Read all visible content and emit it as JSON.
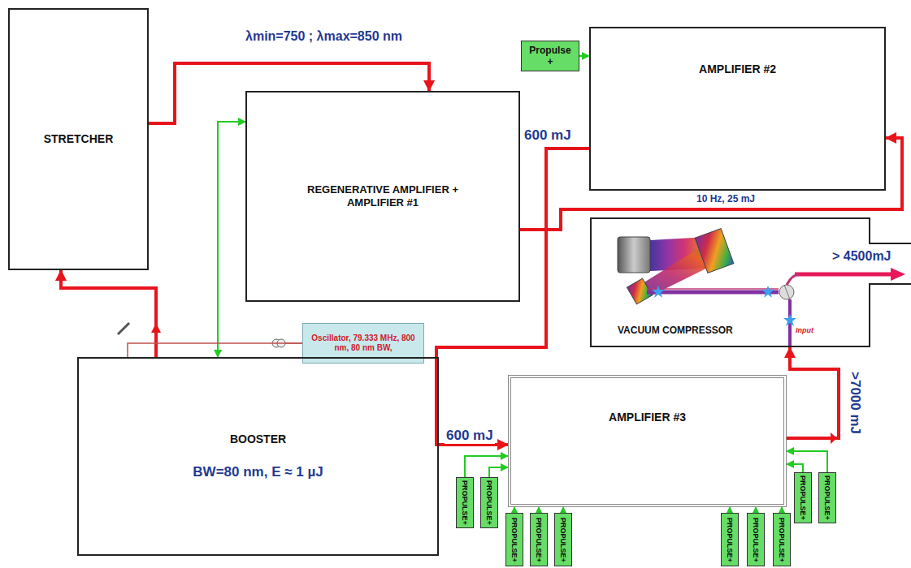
{
  "diagram": {
    "nodes": [
      {
        "text": [
          "STRETCHER"
        ]
      },
      {
        "text": [
          "REGENERATIVE AMPLIFIER + AMPLIFIER #1"
        ]
      },
      {
        "text": [
          "Propulse +"
        ]
      },
      {
        "text": [
          "AMPLIFIER #2"
        ]
      },
      {
        "text": [
          "VACUUM COMPRESSOR"
        ]
      },
      {
        "text": [
          "Oscillator, 79.333 MHz, 800 nm, 80 nm BW,"
        ]
      },
      {
        "text": [
          "BOOSTER",
          "BW=80 nm, E ≈ 1 µJ"
        ]
      },
      {
        "text": [
          "AMPLIFIER #3"
        ]
      },
      {
        "text": [
          "PROPULSE+"
        ]
      },
      {
        "text": [
          "PROPULSE+"
        ]
      },
      {
        "text": [
          "PROPULSE+"
        ]
      },
      {
        "text": [
          "PROPULSE+"
        ]
      },
      {
        "text": [
          "PROPULSE+"
        ]
      },
      {
        "text": [
          "PROPULSE+"
        ]
      },
      {
        "text": [
          "PROPULSE+"
        ]
      },
      {
        "text": [
          "PROPULSE+"
        ]
      },
      {
        "text": [
          "PROPULSE+"
        ]
      },
      {
        "text": [
          "PROPULSE+"
        ]
      }
    ],
    "edges": [
      {
        "from": 6,
        "to": 0,
        "arrow": "to"
      },
      {
        "from": 0,
        "to": 1,
        "label": "λmin=750 ; λmax=850 nm",
        "arrow": "to"
      },
      {
        "from": 1,
        "to": 6,
        "arrow": "both"
      },
      {
        "from": 5,
        "to": 6,
        "arrow": "none"
      },
      {
        "from": 1,
        "to": 3,
        "label": "10 Hz, 25 mJ",
        "arrow": "to"
      },
      {
        "from": 3,
        "to": 7,
        "label": "600 mJ",
        "arrow": "to"
      },
      {
        "from": 7,
        "to": 4,
        "label": ">7000 mJ",
        "arrow": "to"
      },
      {
        "from": 2,
        "to": 3,
        "arrow": "to"
      },
      {
        "from": 8,
        "to": 7,
        "arrow": "to"
      },
      {
        "from": 9,
        "to": 7,
        "arrow": "to"
      },
      {
        "from": 10,
        "to": 7,
        "arrow": "to"
      },
      {
        "from": 11,
        "to": 7,
        "arrow": "to"
      },
      {
        "from": 12,
        "to": 7,
        "arrow": "to"
      },
      {
        "from": 13,
        "to": 7,
        "arrow": "to"
      },
      {
        "from": 14,
        "to": 7,
        "arrow": "to"
      },
      {
        "from": 15,
        "to": 7,
        "arrow": "to"
      },
      {
        "from": 16,
        "to": 7,
        "arrow": "to"
      },
      {
        "from": 17,
        "to": 7,
        "arrow": "to"
      }
    ],
    "labels": [
      "> 4500mJ",
      "600 mJ",
      "Input"
    ]
  }
}
